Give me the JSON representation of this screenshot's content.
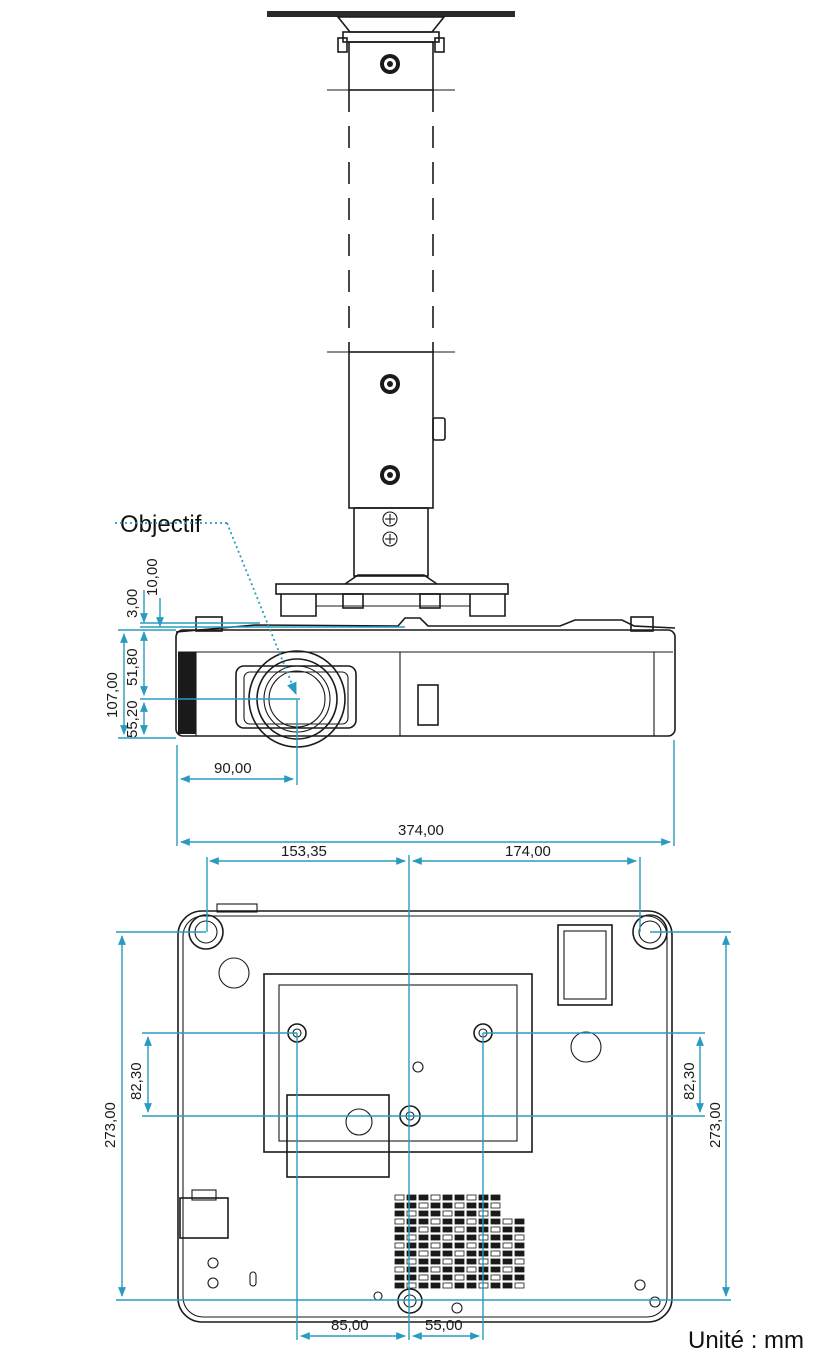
{
  "callout": {
    "label": "Objectif"
  },
  "unit_label": "Unité : mm",
  "front_view": {
    "dims": {
      "top_gap_a": "3,00",
      "top_gap_b": "10,00",
      "height_upper": "51,80",
      "height_total": "107,00",
      "height_lower": "55,20",
      "lens_offset": "90,00",
      "width_total": "374,00"
    }
  },
  "bottom_view": {
    "dims": {
      "left_span": "153,35",
      "right_span": "174,00",
      "depth_left": "273,00",
      "depth_right": "273,00",
      "hole_pitch_left": "82,30",
      "hole_pitch_right": "82,30",
      "bottom_left": "85,00",
      "bottom_right": "55,00"
    }
  },
  "colors": {
    "dimension": "#2a9bc0",
    "outline": "#1a1a1a"
  }
}
